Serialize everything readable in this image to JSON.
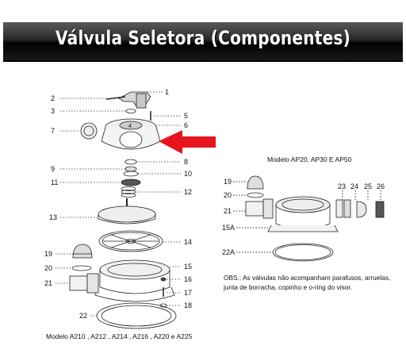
{
  "header": {
    "title": "Válvula Seletora (Componentes)"
  },
  "left_diagram": {
    "caption": "Modelo A210 , A212 , A214 , A216 , A220  e A225",
    "labels": [
      "1",
      "2",
      "3",
      "4",
      "5",
      "6",
      "7",
      "8",
      "9",
      "10",
      "11",
      "12",
      "13",
      "14",
      "15",
      "16",
      "17",
      "18",
      "19",
      "20",
      "21",
      "22"
    ]
  },
  "right_diagram": {
    "caption": "Modelo AP20, AP30 E AP50",
    "labels": [
      "19",
      "20",
      "21",
      "15A",
      "22A",
      "23",
      "24",
      "25",
      "26"
    ]
  },
  "note": "OBS.: As válvulas não acompanham parafusos, arruelas, junta de borracha, copinho e o-ring do visor.",
  "colors": {
    "arrow": "#e8141c",
    "banner": "#1a1a1a"
  }
}
